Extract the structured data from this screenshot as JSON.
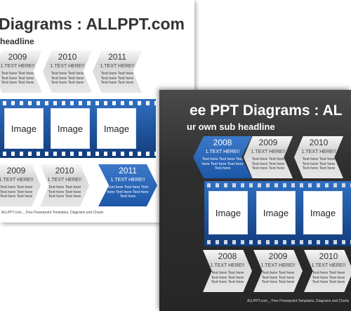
{
  "light": {
    "title": "Diagrams : ALLPPT.com",
    "subtitle": "headline",
    "top_row": [
      {
        "year": "2009",
        "head": "1.TEXT HERE!!",
        "body": "Text here Text here Text here Text here Text here Text here"
      },
      {
        "year": "2010",
        "head": "1.TEXT HERE!!",
        "body": "Text here Text here Text here Text here Text here Text here"
      },
      {
        "year": "2011",
        "head": "1.TEXT HERE!!",
        "body": "Text here Text here Text here Text here Text here Text here"
      }
    ],
    "images": [
      "Image",
      "Image",
      "Image"
    ],
    "bottom_row": [
      {
        "year": "2009",
        "head": "1.TEXT HERE!!",
        "body": "Text here Text here Text here Text here Text here Text here"
      },
      {
        "year": "2010",
        "head": "1.TEXT HERE!!",
        "body": "Text here Text here Text here Text here Text here Text here"
      },
      {
        "year": "2011",
        "head": "1.TEXT HERE!!",
        "body": "Text here Text here Text here Text here Text here Text here"
      }
    ],
    "footer": "ALLPPT.com _ Free Powerpoint Templates, Diagrams and Charts"
  },
  "dark": {
    "title": "ee PPT Diagrams : AL",
    "subtitle": "ur own sub headline",
    "top_row": [
      {
        "year": "2008",
        "head": "1.TEXT HERE!!",
        "body": "Text here Text here Text here Text here Text here Text here"
      },
      {
        "year": "2009",
        "head": "1.TEXT HERE!!",
        "body": "Text here Text here Text here Text here Text here Text here"
      },
      {
        "year": "2010",
        "head": "1.TEXT HERE!!",
        "body": "Text here Text here Text here Text here Text here Text here"
      }
    ],
    "images": [
      "Image",
      "Image",
      "Image"
    ],
    "bottom_row": [
      {
        "year": "2008",
        "head": "1.TEXT HERE!!",
        "body": "Text here Text here Text here Text here Text here Text here"
      },
      {
        "year": "2009",
        "head": "1.TEXT HERE!!",
        "body": "Text here Text here Text here Text here Text here Text here"
      },
      {
        "year": "2010",
        "head": "1.TEXT HERE!!",
        "body": "Text here Text here Text here Text here Text here Text here"
      }
    ],
    "footer": "ALLPPT.com _ Free Powerpoint Templates, Diagrams and Charts"
  },
  "colors": {
    "accent_blue": "#1d57a8",
    "film_blue": "#2f6fc2",
    "chevron_gray": "#d8d8d8",
    "dark_bg": "#2f2f2f"
  }
}
